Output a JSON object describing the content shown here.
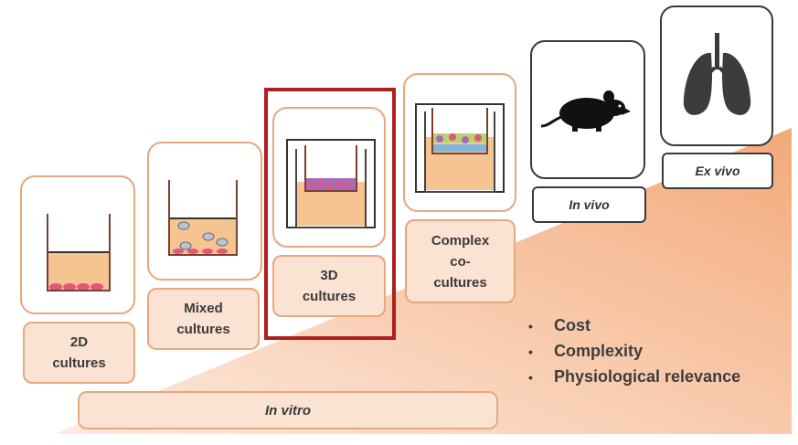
{
  "colors": {
    "card_border": "#e7a77f",
    "label_fill": "#fbe3d3",
    "ramp_light": "#fdebe0",
    "ramp_dark": "#f3a979",
    "highlight": "#b01e1e",
    "medium": "#f6c490",
    "cells": "#e2557c"
  },
  "stages": [
    {
      "label": "2D\ncultures"
    },
    {
      "label": "Mixed\ncultures"
    },
    {
      "label": "3D\ncultures"
    },
    {
      "label": "Complex\nco-\ncultures"
    },
    {
      "label": "In vivo",
      "icon": "mouse-icon"
    },
    {
      "label": "Ex vivo",
      "icon": "lungs-icon"
    }
  ],
  "in_vitro_label": "In vitro",
  "factors": [
    "Cost",
    "Complexity",
    "Physiological relevance"
  ],
  "highlighted_stage": "3D cultures"
}
